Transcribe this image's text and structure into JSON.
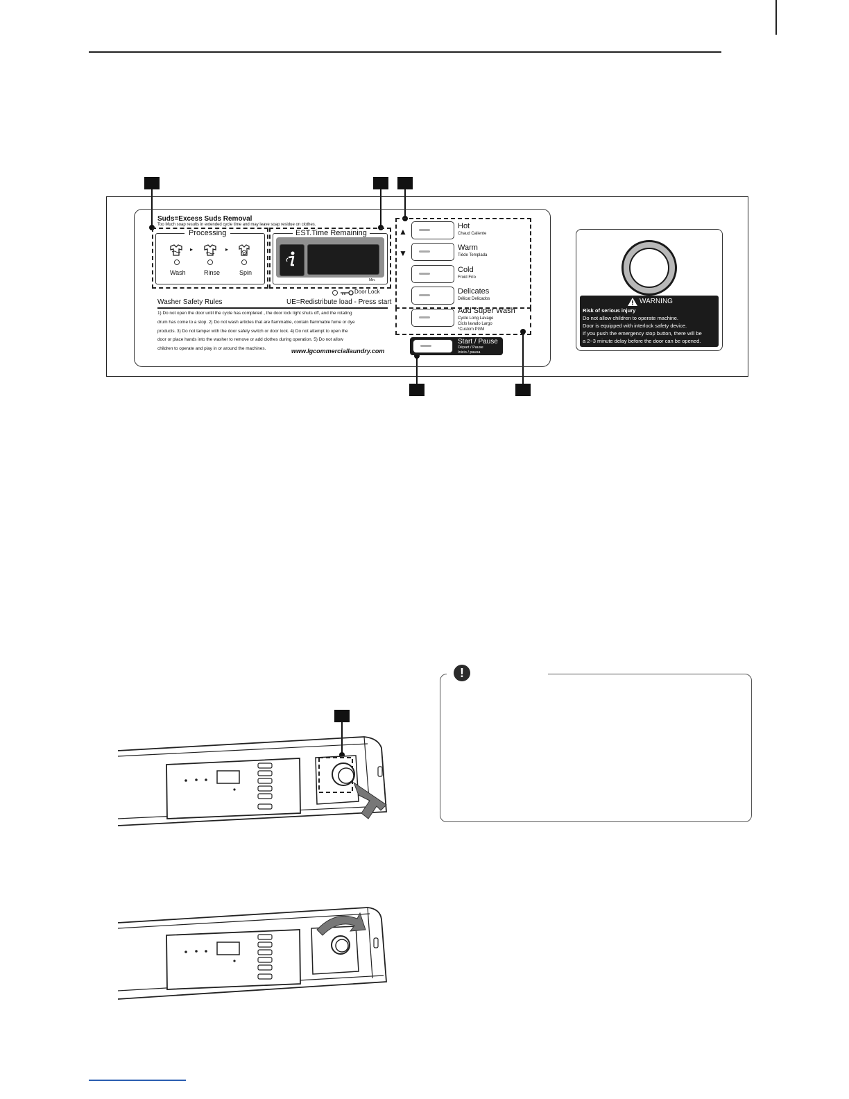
{
  "panel": {
    "suds_title": "Suds=Excess Suds Removal",
    "suds_note": "Too Much soap results in extended cycle time and may leave soap residue on clothes.",
    "processing": {
      "title": "Processing",
      "steps": [
        "Wash",
        "Rinse",
        "Spin"
      ],
      "arrow": "▸"
    },
    "display": {
      "title": "EST.Time Remaining",
      "unit": "Min.",
      "door_lock": "Door Lock"
    },
    "safety": {
      "title": "Washer Safety Rules",
      "ue": "UE=Redistribute load - Press start",
      "lines": [
        "1) Do not open the door until the cycle has completed , the door lock light shuts off, and the rotating",
        "drum has come to a stop. 2) Do not wash articles that are flammable, contain flammable fume or dye",
        "products.  3) Do not tamper with the door safety switch or door lock.  4)  Do not attempt to open the",
        "door or place hands into the washer to remove or add clothes during operation.  5)  Do not allow",
        "children to operate and play in or around the machines."
      ],
      "website": "www.lgcommerciallaundry.com"
    },
    "temps": [
      {
        "name": "Hot",
        "sub": "Chaud  Caliente"
      },
      {
        "name": "Warm",
        "sub": "Tiède  Templada"
      },
      {
        "name": "Cold",
        "sub": "Froid  Frío"
      },
      {
        "name": "Delicates",
        "sub": "Délicat  Delicados"
      }
    ],
    "super_wash": {
      "name": "Add Super Wash",
      "sub1": "Cycle Long Lavage",
      "sub2": "Ciclo lavado Largo",
      "sub3": "*Custom PGM"
    },
    "start": {
      "name": "Start / Pause",
      "sub1": "Départ / Pause",
      "sub2": "Inicio / pausa"
    },
    "up_arrow": "▲",
    "down_arrow": "▼",
    "warning": {
      "title": "WARNING",
      "icon": "warning-triangle-icon",
      "lines": [
        "Risk of serious injury",
        "Do not allow children to operate machine.",
        "Door is equipped with interlock safety device.",
        "If you push the emergency stop button, there will be",
        "a 2~3 minute delay before the door can be opened."
      ]
    }
  },
  "note": {
    "icon": "!"
  },
  "colors": {
    "ink": "#111111",
    "display_bezel": "#8f8f8f",
    "display_screen": "#1c1c1c",
    "knob_ring": "#b8b8b8",
    "note_border": "#555555",
    "footer_rule": "#2a5db0"
  }
}
